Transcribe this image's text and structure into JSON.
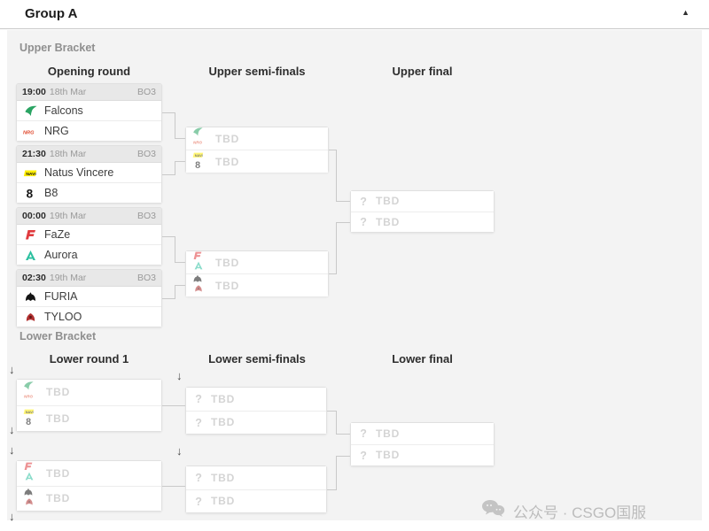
{
  "glyphs": {
    "drop_arrow": "↓",
    "collapse": "▲"
  },
  "colors": {
    "panel_background": "#f3f3f3",
    "match_header_background": "#e8e8e8",
    "tbd_text": "#d4d4d4",
    "connector": "#c9c9c9",
    "teams": {
      "falcons": "#2aa463",
      "nrg": "#e0492e",
      "navi": "#ffee00",
      "b8": "#161616",
      "faze": "#e03a3e",
      "aurora": "#2cc0a0",
      "furia": "#141414",
      "tyloo": "#b03030",
      "question": "#cfcfcf",
      "wechat": "#c4c4c4"
    }
  },
  "header": {
    "title": "Group A",
    "collapse_icon": "caret-up-icon"
  },
  "upper": {
    "section_label": "Upper Bracket",
    "columns": [
      "Opening round",
      "Upper semi-finals",
      "Upper final"
    ],
    "matches": [
      {
        "time": "19:00",
        "date": "18th Mar",
        "format": "BO3",
        "teams": [
          {
            "name": "Falcons",
            "icon": "falcons-icon"
          },
          {
            "name": "NRG",
            "icon": "nrg-icon"
          }
        ]
      },
      {
        "time": "21:30",
        "date": "18th Mar",
        "format": "BO3",
        "teams": [
          {
            "name": "Natus Vincere",
            "icon": "navi-icon"
          },
          {
            "name": "B8",
            "icon": "b8-icon"
          }
        ]
      },
      {
        "time": "00:00",
        "date": "19th Mar",
        "format": "BO3",
        "teams": [
          {
            "name": "FaZe",
            "icon": "faze-icon"
          },
          {
            "name": "Aurora",
            "icon": "aurora-icon"
          }
        ]
      },
      {
        "time": "02:30",
        "date": "19th Mar",
        "format": "BO3",
        "teams": [
          {
            "name": "FURIA",
            "icon": "furia-icon"
          },
          {
            "name": "TYLOO",
            "icon": "tyloo-icon"
          }
        ]
      }
    ],
    "semifinals": [
      {
        "slots": [
          {
            "label": "TBD",
            "icons": [
              "falcons-icon",
              "nrg-icon"
            ]
          },
          {
            "label": "TBD",
            "icons": [
              "navi-icon",
              "b8-icon"
            ]
          }
        ]
      },
      {
        "slots": [
          {
            "label": "TBD",
            "icons": [
              "faze-icon",
              "aurora-icon"
            ]
          },
          {
            "label": "TBD",
            "icons": [
              "furia-icon",
              "tyloo-icon"
            ]
          }
        ]
      }
    ],
    "final": {
      "slots": [
        {
          "label": "TBD",
          "icon": "question-icon"
        },
        {
          "label": "TBD",
          "icon": "question-icon"
        }
      ]
    }
  },
  "lower": {
    "section_label": "Lower Bracket",
    "columns": [
      "Lower round 1",
      "Lower semi-finals",
      "Lower final"
    ],
    "round1": [
      {
        "slots": [
          {
            "label": "TBD",
            "icons": [
              "falcons-icon",
              "nrg-icon"
            ]
          },
          {
            "label": "TBD",
            "icons": [
              "navi-icon",
              "b8-icon"
            ]
          }
        ]
      },
      {
        "slots": [
          {
            "label": "TBD",
            "icons": [
              "faze-icon",
              "aurora-icon"
            ]
          },
          {
            "label": "TBD",
            "icons": [
              "furia-icon",
              "tyloo-icon"
            ]
          }
        ]
      }
    ],
    "semifinals": [
      {
        "slots": [
          {
            "label": "TBD",
            "icon": "question-icon"
          },
          {
            "label": "TBD",
            "icon": "question-icon"
          }
        ]
      },
      {
        "slots": [
          {
            "label": "TBD",
            "icon": "question-icon"
          },
          {
            "label": "TBD",
            "icon": "question-icon"
          }
        ]
      }
    ],
    "final": {
      "slots": [
        {
          "label": "TBD",
          "icon": "question-icon"
        },
        {
          "label": "TBD",
          "icon": "question-icon"
        }
      ]
    }
  },
  "watermark": {
    "icon": "wechat-icon",
    "text": "公众号 · CSGO国服"
  }
}
